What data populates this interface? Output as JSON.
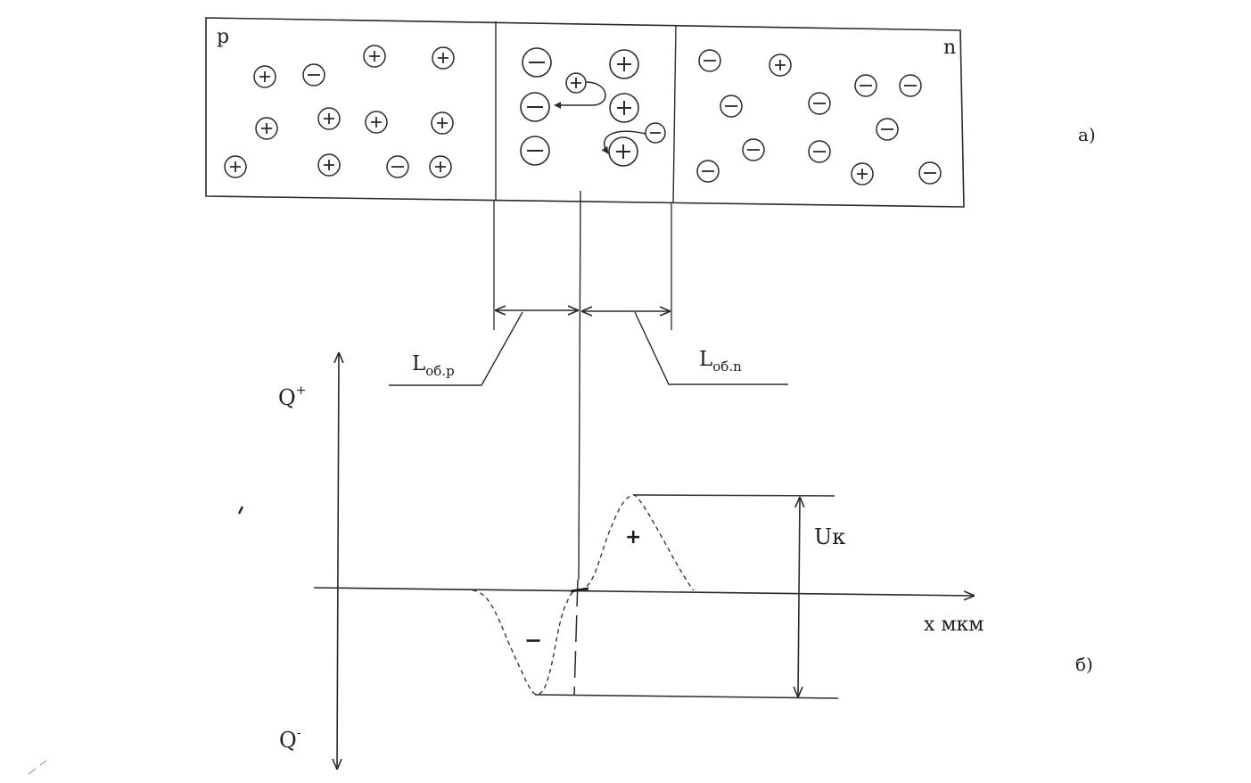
{
  "diagram": {
    "part_a_label": "а)",
    "part_b_label": "б)",
    "region_p_label": "p",
    "region_n_label": "n",
    "width_p_label_main": "L",
    "width_p_label_sub": "об.p",
    "width_n_label_main": "L",
    "width_n_label_sub": "об.n",
    "axis_q_plus_main": "Q",
    "axis_q_plus_sup": "+",
    "axis_q_minus_main": "Q",
    "axis_q_minus_sup": "-",
    "axis_x_label": "x мкм",
    "voltage_label": "Uк",
    "positive_sign": "+",
    "negative_sign": "−"
  }
}
